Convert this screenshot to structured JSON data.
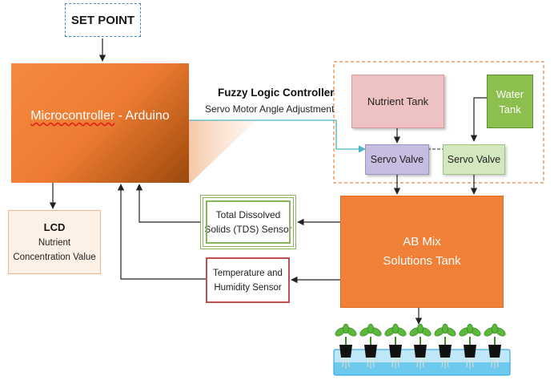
{
  "set_point": {
    "label": "SET POINT"
  },
  "microcontroller": {
    "label_a": "Microcontroller",
    "label_b": " - Arduino"
  },
  "controller": {
    "title": "Fuzzy Logic Controller",
    "subtitle": "Servo Motor Angle Adjustment"
  },
  "nutrient_tank": {
    "label": "Nutrient Tank"
  },
  "water_tank": {
    "line1": "Water",
    "line2": "Tank"
  },
  "servo_valve_1": {
    "label": "Servo Valve"
  },
  "servo_valve_2": {
    "label": "Servo Valve"
  },
  "lcd": {
    "title": "LCD",
    "line1": "Nutrient",
    "line2": "Concentration Value"
  },
  "tds_sensor": {
    "line1": "Total Dissolved",
    "line2": "Solids (TDS) Sensor"
  },
  "temp_sensor": {
    "line1": "Temperature and",
    "line2": "Humidity Sensor"
  },
  "ab_mix": {
    "line1": "AB Mix",
    "line2": "Solutions Tank"
  },
  "colors": {
    "orange": "#f07f38",
    "nutrient_pink": "#eec2c2",
    "water_green": "#8cbf4e",
    "valve_purple": "#c6bde0",
    "valve_green": "#d4e8c0",
    "lcd_fill": "#fdf0e6",
    "tds_border": "#8ab55a",
    "temp_border": "#c0504d",
    "setpoint_border": "#4a86c5",
    "cyan_line": "#4db3c6",
    "water_blue": "#29b0e8"
  }
}
